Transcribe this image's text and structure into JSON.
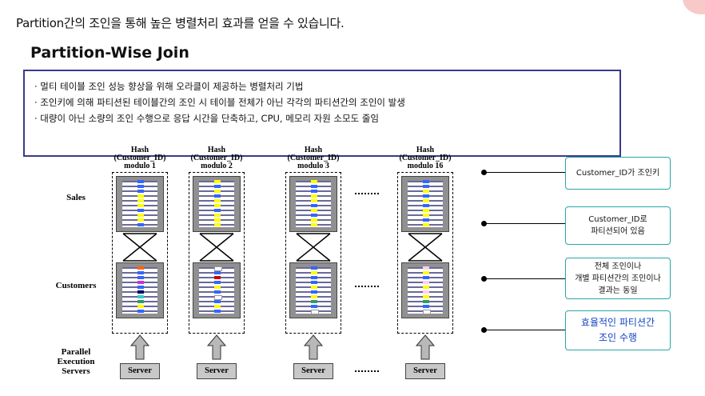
{
  "headline": "Partition간의 조인을 통해 높은 병렬처리 효과를 얻을 수 있습니다.",
  "subtitle": "Partition-Wise Join",
  "bullets": [
    "· 멀티 테이블 조인 성능 향상을 위해 오라클이 제공하는  병렬처리 기법",
    "· 조인키에 의해 파티션된 테이블간의 조인 시 테이블 전체가 아닌 각각의 파티션간의 조인이 발생",
    "· 대량이 아닌 소량의 조인 수행으로 응답 시간을 단축하고, CPU, 메모리 자원 소모도 줄임"
  ],
  "diagram": {
    "partitions": [
      {
        "hash_line1": "Hash",
        "hash_line2": "(Customer_ID)",
        "hash_line3": "modulo 1"
      },
      {
        "hash_line1": "Hash",
        "hash_line2": "(Customer_ID)",
        "hash_line3": "modulo 2"
      },
      {
        "hash_line1": "Hash",
        "hash_line2": "(Customer_ID)",
        "hash_line3": "modulo 3"
      },
      {
        "hash_line1": "Hash",
        "hash_line2": "(Customer_ID)",
        "hash_line3": "modulo 16"
      }
    ],
    "row_labels": {
      "sales": "Sales",
      "customers": "Customers",
      "servers_line1": "Parallel",
      "servers_line2": "Execution",
      "servers_line3": "Servers"
    },
    "server_label": "Server",
    "cell_colors": {
      "sales": [
        [
          "#3366ff",
          "#3366ff",
          "#3366ff",
          "#ffff00",
          "#ffff00",
          "#ffff00",
          "#3366ff",
          "#ffff00",
          "#ffff00",
          "#3366ff"
        ],
        [
          "#ffff00",
          "#3366ff",
          "#ffff00",
          "#3366ff",
          "#ffff00",
          "#ffff00",
          "#3366ff",
          "#ffff00",
          "#ffff00",
          "#ffff00"
        ],
        [
          "#ffff00",
          "#3366ff",
          "#3366ff",
          "#ffff00",
          "#ffff00",
          "#3366ff",
          "#ffff00",
          "#3366ff",
          "#ffff00",
          "#ffff00"
        ],
        [
          "#3366ff",
          "#3366ff",
          "#ffff00",
          "#3366ff",
          "#ffff00",
          "#3366ff",
          "#ffff00",
          "#ffff00",
          "#3366ff",
          "#ffff00"
        ]
      ],
      "customers": [
        [
          "#ff6600",
          "#3366ff",
          "#3366ff",
          "#cc33cc",
          "#3366ff",
          "#000066",
          "#33cccc",
          "#339966",
          "#ffff00",
          "#3366ff"
        ],
        [
          "#ffffff",
          "#3366ff",
          "#cc0000",
          "#3366ff",
          "#ffff00",
          "#3366ff",
          "#ffffff",
          "#3366ff",
          "#ffff00",
          "#3366ff"
        ],
        [
          "#3366ff",
          "#ffff00",
          "#3366ff",
          "#3366ff",
          "#ffff00",
          "#3366ff",
          "#ffff00",
          "#339966",
          "#3366ff",
          "#ffffff"
        ],
        [
          "#ffccff",
          "#ffff00",
          "#3366ff",
          "#ffccff",
          "#ffff00",
          "#ffccff",
          "#ffff00",
          "#339966",
          "#3366ff",
          "#ffffff"
        ]
      ]
    }
  },
  "notes": [
    "Customer_ID가 조인키",
    "Customer_ID로\n파티션되어 있음",
    "전체 조인이나\n개별 파티션간의 조인이나\n결과는 동일",
    "효율적인 파티션간\n조인 수행"
  ],
  "colors": {
    "box_border": "#3a3a8c",
    "note_border": "#2aa7a7",
    "highlight_text": "#1545c0"
  }
}
